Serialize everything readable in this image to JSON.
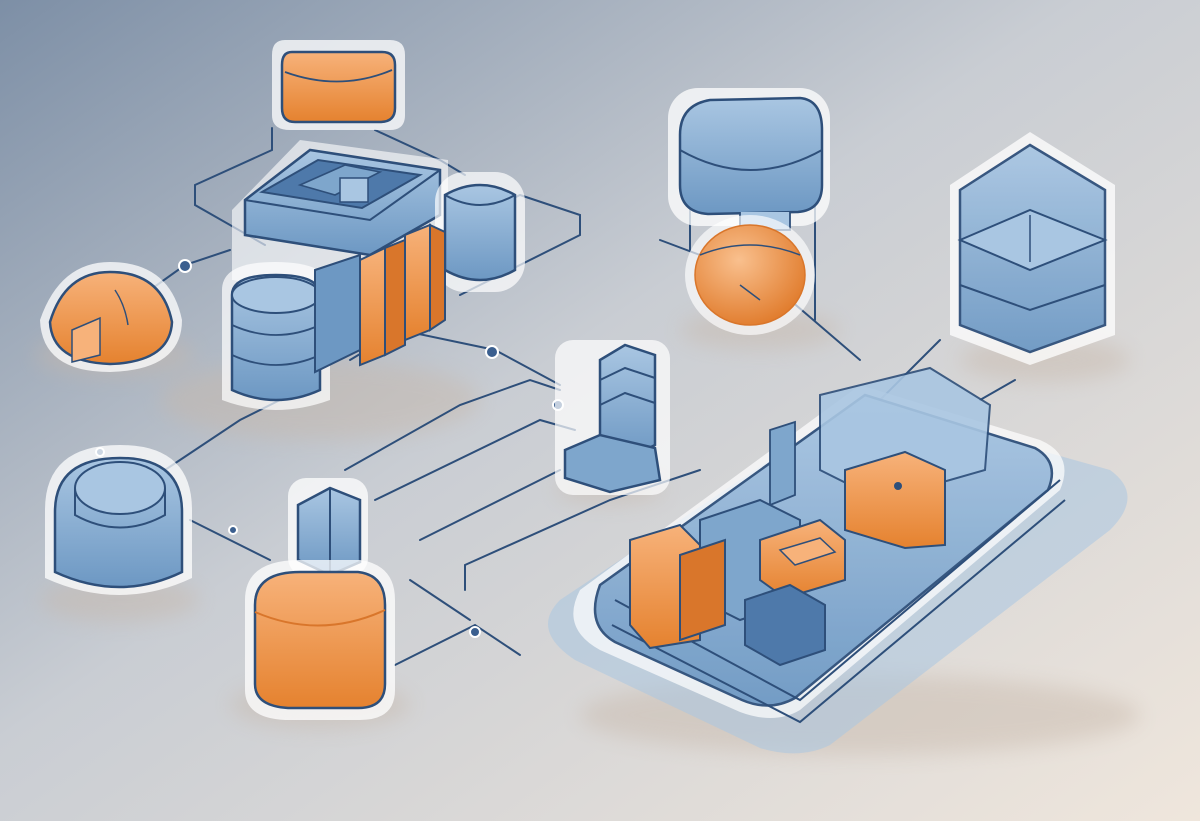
{
  "colors": {
    "background_top": "#7d8fa6",
    "background_mid": "#c9cdd3",
    "background_bottom": "#efe6dc",
    "blue_fill": "#7ea6cc",
    "blue_light": "#a9c6e2",
    "blue_dark": "#4e79aa",
    "outline": "#2e4f7a",
    "orange": "#f29445",
    "orange_light": "#f7b27a",
    "orange_dark": "#d9762b",
    "white_halo": "#ffffff",
    "shadow": "#c7b8aa"
  },
  "diagram": {
    "nodes": [
      {
        "name": "orange-box-top",
        "shape": "box",
        "color": "orange"
      },
      {
        "name": "blue-server-cluster",
        "shape": "composite",
        "color": "blue"
      },
      {
        "name": "orange-bars",
        "shape": "bars",
        "color": "orange"
      },
      {
        "name": "blue-cylinder-stack",
        "shape": "cylinder",
        "color": "blue"
      },
      {
        "name": "blue-cylinder-right",
        "shape": "cylinder",
        "color": "blue"
      },
      {
        "name": "orange-bowl-left",
        "shape": "dome",
        "color": "orange"
      },
      {
        "name": "blue-cube-top",
        "shape": "box",
        "color": "blue"
      },
      {
        "name": "orange-sphere-center",
        "shape": "sphere",
        "color": "orange"
      },
      {
        "name": "blue-glass-hexagon",
        "shape": "hexagon-prism",
        "color": "blue"
      },
      {
        "name": "blue-cylinder-left",
        "shape": "cylinder",
        "color": "blue"
      },
      {
        "name": "blue-small-pillar",
        "shape": "box",
        "color": "blue"
      },
      {
        "name": "orange-box-bottom",
        "shape": "box",
        "color": "orange"
      },
      {
        "name": "blue-small-tower",
        "shape": "box",
        "color": "blue"
      },
      {
        "name": "blue-platform-large",
        "shape": "platform",
        "color": "blue"
      }
    ],
    "connector_count": 16
  }
}
